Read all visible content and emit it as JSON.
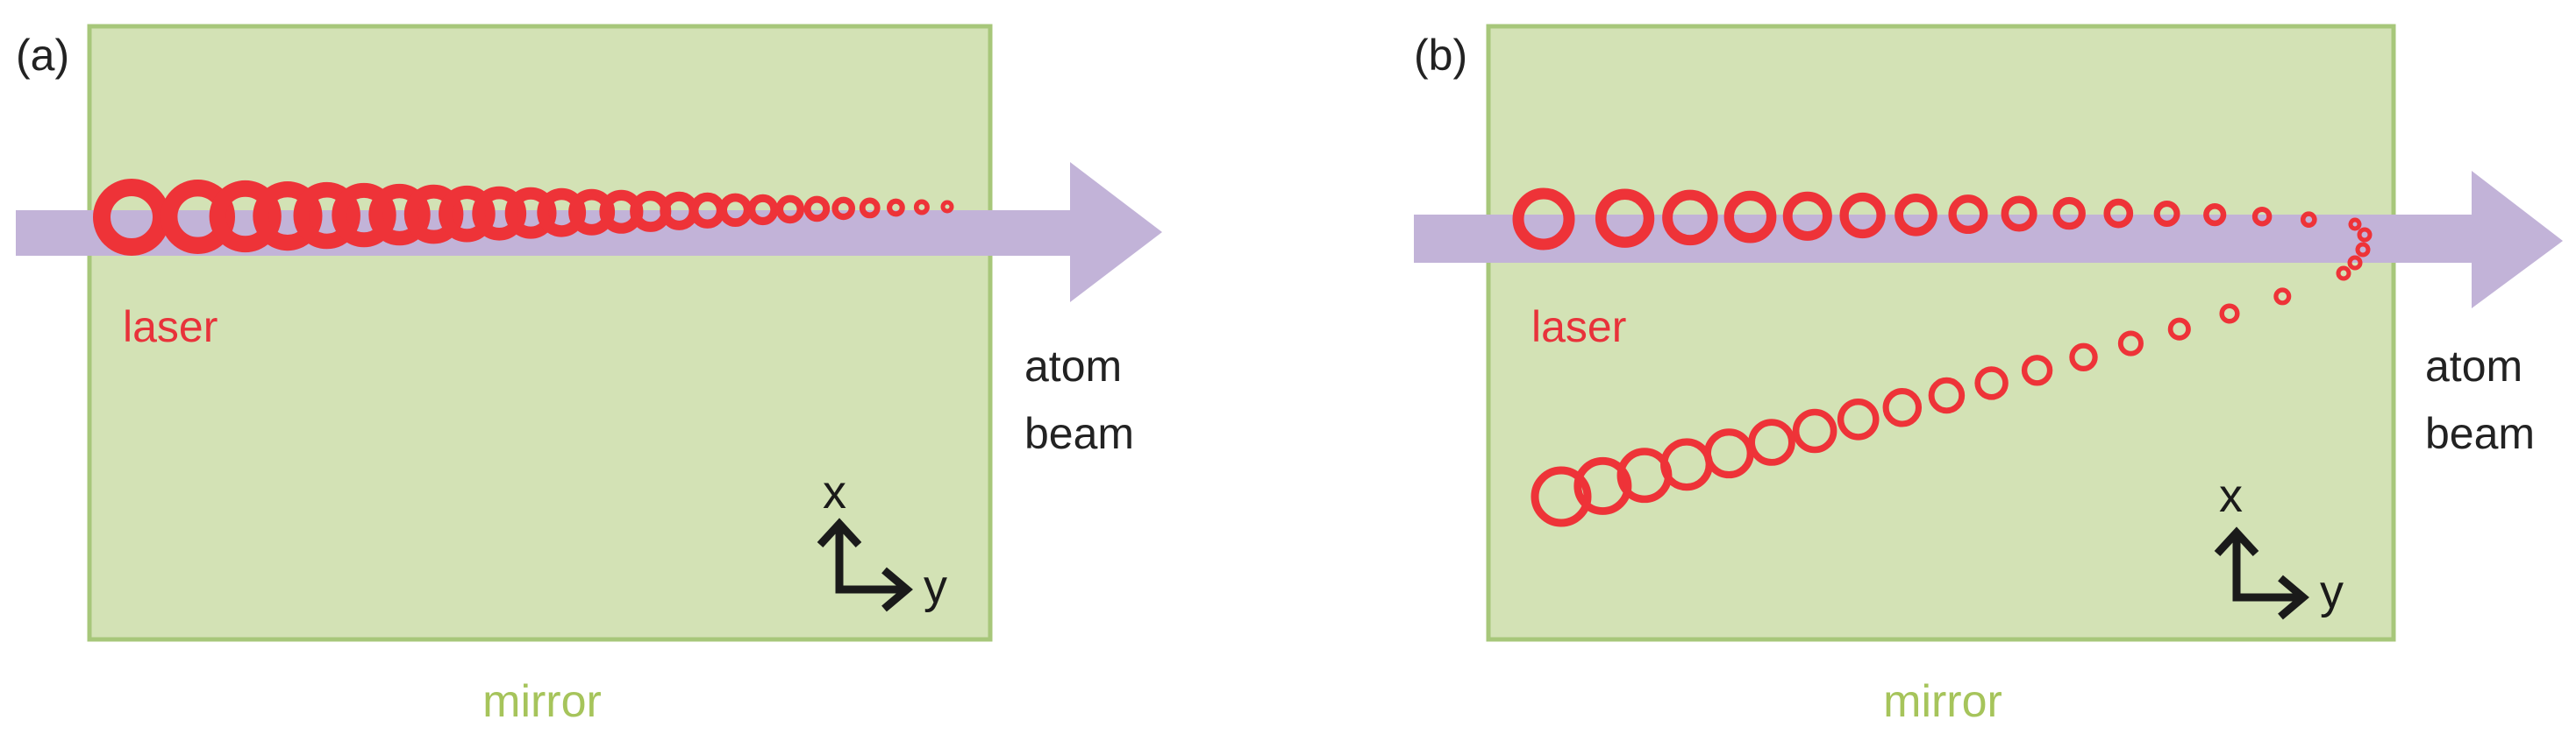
{
  "colors": {
    "mirror_fill": "#d3e2b5",
    "mirror_stroke": "#a7c77a",
    "beam": "#c2b3d8",
    "laser_ring": "#ee3338",
    "laser_label": "#e8323a",
    "text": "#222222",
    "mirror_label": "#a6c45b",
    "axis": "#1a1a1a"
  },
  "panels": [
    {
      "id": "a",
      "label": "(a)",
      "laser_label": "laser",
      "beam_label_line1": "atom",
      "beam_label_line2": "beam",
      "mirror_label": "mirror",
      "axis_x": "x",
      "axis_y": "y",
      "atom_path": "straight"
    },
    {
      "id": "b",
      "label": "(b)",
      "laser_label": "laser",
      "beam_label_line1": "atom",
      "beam_label_line2": "beam",
      "mirror_label": "mirror",
      "axis_x": "x",
      "axis_y": "y",
      "atom_path": "reflected"
    }
  ]
}
